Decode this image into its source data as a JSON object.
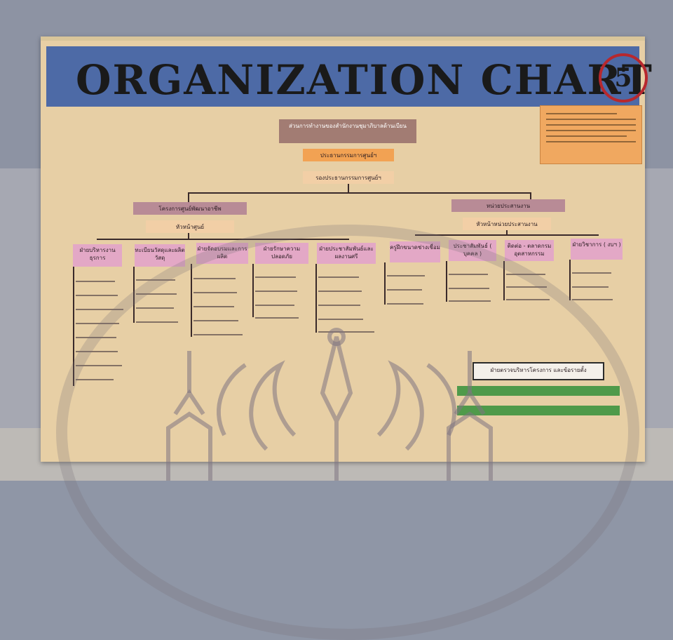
{
  "board": {
    "title": "ORGANIZATION CHART",
    "number": "5"
  },
  "chart": {
    "top": "ส่วนการทำงานของสำนักงานชุมาภิบาลด้านเบียน",
    "chair": "ประธานกรรมการศูนย์ฯ",
    "vice_chair": "รองประธานกรรมการศูนย์ฯ",
    "left_branch": "โครงการศูนย์พัฒนาอาชีพ",
    "left_head": "หัวหน้าศูนย์",
    "right_branch": "หน่วยประสานงาน",
    "right_head": "หัวหน้าหน่วยประสานงาน",
    "divisions": [
      "ฝ่ายบริหารงานธุรการ",
      "ทะเบียนวัสดุและผลิตวัสดุ",
      "ฝ่ายจัดอบรมและการผลิต",
      "ฝ่ายรักษาความปลอดภัย",
      "ฝ่ายประชาสัมพันธ์และผลงานศรี",
      "ครูฝึกขนาดช่างเชื่อม",
      "ประชาสัมพันธ์ ( บุคคล )",
      "ติดต่อ - ตลาดกรมอุตสาหกรรม",
      "ฝ่ายวิชาการ ( งบฯ )"
    ],
    "footer_box": "ฝ่ายตรวจบริหารโครงการ และข้อรายตั้ง"
  },
  "colors": {
    "banner": "#4d6aa6",
    "board": "#e7cfa5",
    "node_pink": "#e3a8c6",
    "node_mauve": "#b88b96",
    "node_orange": "#f2a253",
    "node_brown": "#a27c73",
    "emblem": "#8a7a8a"
  }
}
